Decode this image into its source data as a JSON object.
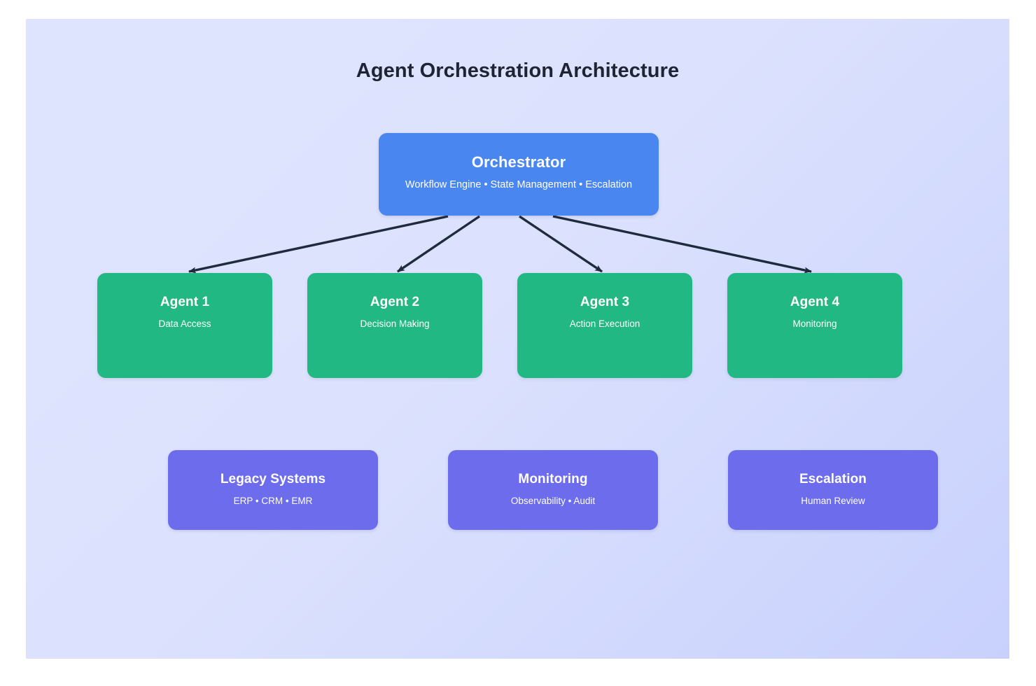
{
  "diagram": {
    "title": "Agent Orchestration Architecture",
    "background": {
      "gradient_from": "#dfe4fe",
      "gradient_to": "#c8d1fd"
    },
    "colors": {
      "orchestrator": "#4a86ef",
      "agent": "#22b884",
      "support": "#6c6ced",
      "connector": "#1e2b3c",
      "title_text": "#1e2433",
      "node_text": "#ffffff"
    }
  },
  "orchestrator": {
    "title": "Orchestrator",
    "subtitle": "Workflow Engine • State Management • Escalation"
  },
  "agents": [
    {
      "title": "Agent 1",
      "subtitle": "Data Access"
    },
    {
      "title": "Agent 2",
      "subtitle": "Decision Making"
    },
    {
      "title": "Agent 3",
      "subtitle": "Action Execution"
    },
    {
      "title": "Agent 4",
      "subtitle": "Monitoring"
    }
  ],
  "support_nodes": [
    {
      "title": "Legacy Systems",
      "subtitle": "ERP • CRM • EMR"
    },
    {
      "title": "Monitoring",
      "subtitle": "Observability • Audit"
    },
    {
      "title": "Escalation",
      "subtitle": "Human Review"
    }
  ],
  "connectors": [
    {
      "from": "orchestrator",
      "to": "Agent 1"
    },
    {
      "from": "orchestrator",
      "to": "Agent 2"
    },
    {
      "from": "orchestrator",
      "to": "Agent 3"
    },
    {
      "from": "orchestrator",
      "to": "Agent 4"
    }
  ]
}
